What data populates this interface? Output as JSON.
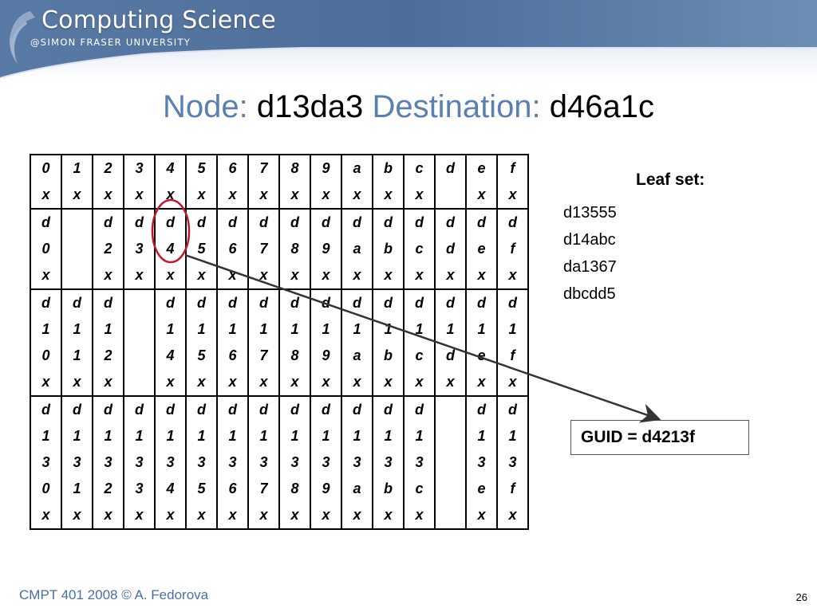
{
  "colors": {
    "banner_dark": "#4d6e99",
    "banner_light": "#8aa4c8",
    "title_blue": "#5b7fb0",
    "footer_blue": "#4a6ea6",
    "circle_red": "#c0162b",
    "arrow_gray": "#333333"
  },
  "header": {
    "brand_title": "Computing Science",
    "brand_subtitle": "@SIMON FRASER UNIVERSITY"
  },
  "title": {
    "node_label": "Node:",
    "node_value": "d13da3",
    "dest_label": "Destination:",
    "dest_value": "d46a1c"
  },
  "routing_table": {
    "rows": [
      [
        "0x",
        "1x",
        "2x",
        "3x",
        "4x",
        "5x",
        "6x",
        "7x",
        "8x",
        "9x",
        "ax",
        "bx",
        "cx",
        "d",
        "ex",
        "fx"
      ],
      [
        "d0x",
        "",
        "d2x",
        "d3x",
        "d4x",
        "d5x",
        "d6x",
        "d7x",
        "d8x",
        "d9x",
        "dax",
        "dbx",
        "dcx",
        "ddx",
        "dex",
        "dfx"
      ],
      [
        "d10x",
        "d11x",
        "d12x",
        "",
        "d14x",
        "d15x",
        "d16x",
        "d17x",
        "d18x",
        "d19x",
        "d1ax",
        "d1bx",
        "d1cx",
        "d1dx",
        "d1ex",
        "d1fx"
      ],
      [
        "d130x",
        "d131x",
        "d132x",
        "d133x",
        "d134x",
        "d135x",
        "d136x",
        "d137x",
        "d138x",
        "d139x",
        "d13ax",
        "d13bx",
        "d13cx",
        "",
        "d13ex",
        "d13fx"
      ]
    ]
  },
  "leaf_set": {
    "title": "Leaf set:",
    "items": [
      "d13555",
      "d14abc",
      "da1367",
      "dbcdd5"
    ]
  },
  "guid": {
    "text": "GUID = d4213f"
  },
  "footer": {
    "course": "CMPT 401 2008  © A. Fedorova",
    "page_number": "26"
  }
}
